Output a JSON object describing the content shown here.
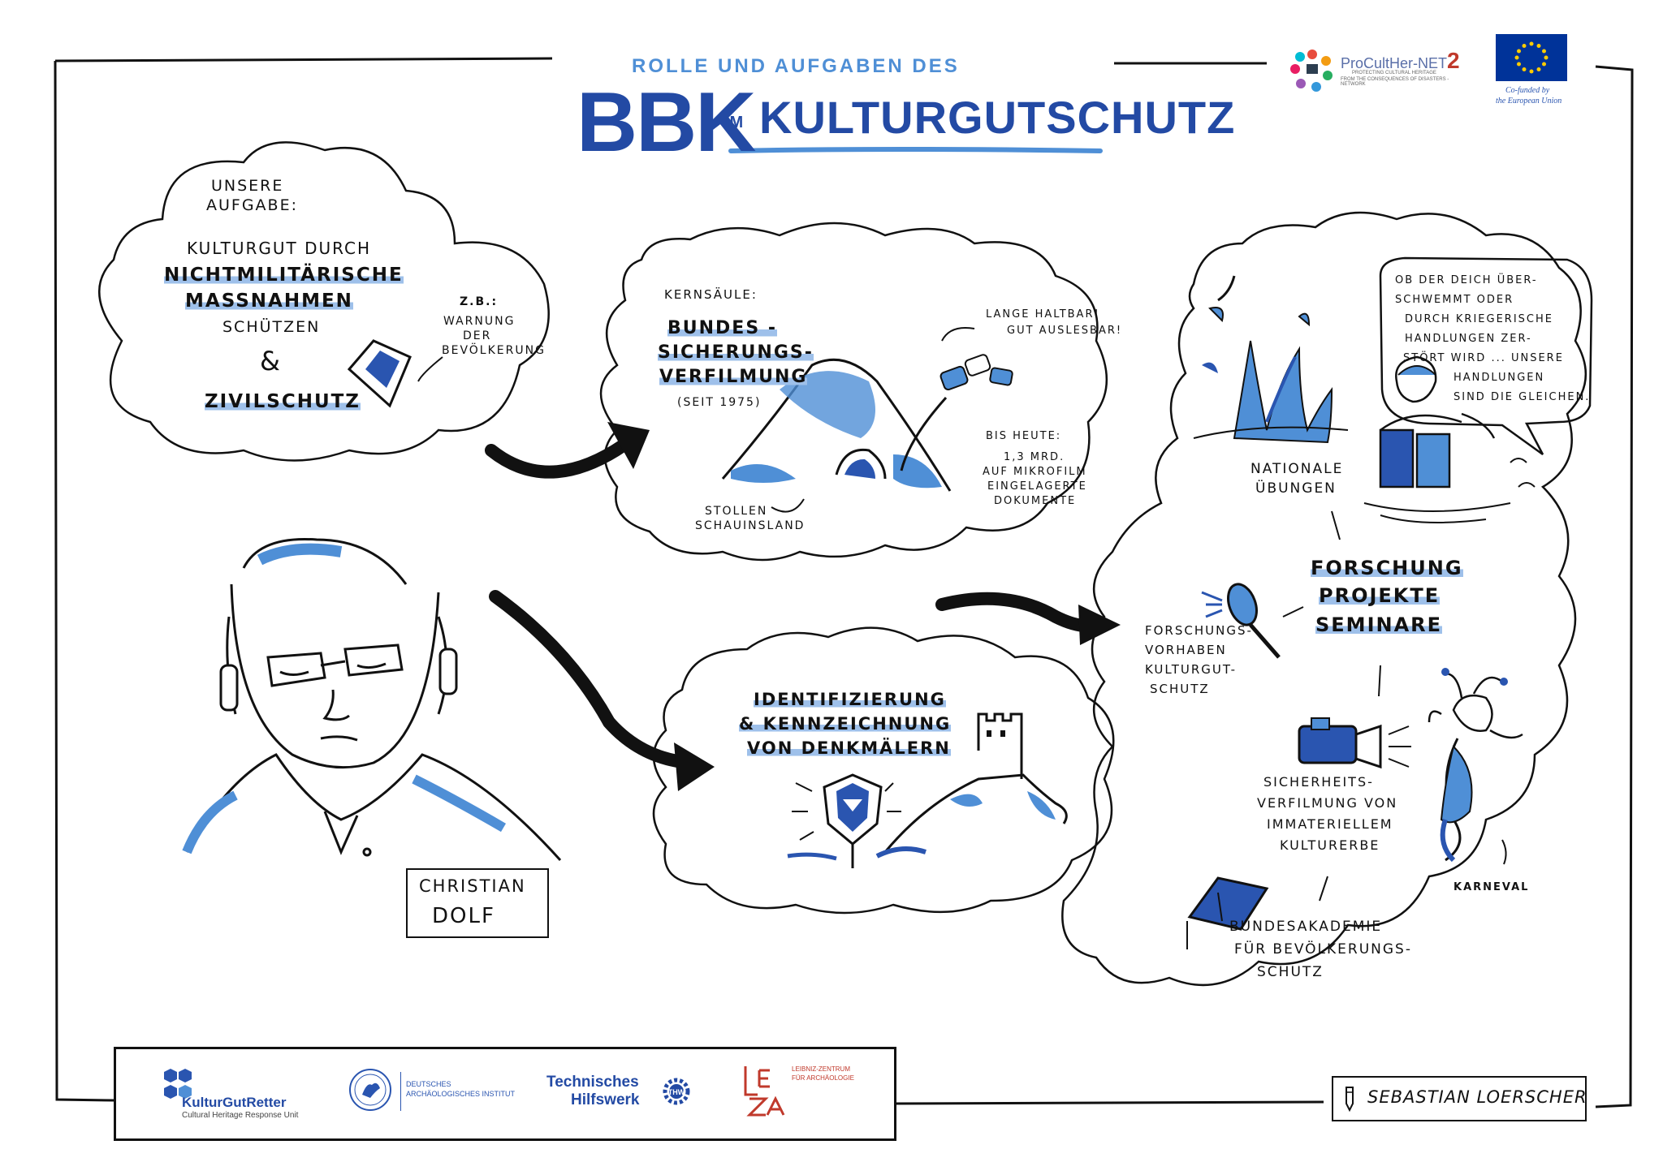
{
  "header": {
    "subtitle": "ROLLE UND AUFGABEN DES",
    "bbk": "BBK",
    "im": "IM",
    "kulturgutschutz": "KULTURGUTSCHUTZ"
  },
  "logos": {
    "procultheer": "ProCultHer-NET",
    "procultheer_num": "2",
    "procultheer_sub1": "PROTECTING CULTURAL HERITAGE",
    "procultheer_sub2": "FROM THE CONSEQUENCES OF DISASTERS - NETWORK",
    "eu_text1": "Co-funded by",
    "eu_text2": "the European Union",
    "kgr_name": "KulturGutRetter",
    "kgr_sub": "Cultural Heritage Response Unit",
    "dai_line1": "DEUTSCHES",
    "dai_line2": "ARCHÄOLOGISCHES INSTITUT",
    "thw_line1": "Technisches",
    "thw_line2": "Hilfswerk",
    "leiza_line1": "LEIBNIZ-ZENTRUM",
    "leiza_line2": "FÜR ARCHÄOLOGIE"
  },
  "bubble1": {
    "line1": "UNSERE",
    "line2": "AUFGABE:",
    "line3": "KULTURGUT DURCH",
    "line4": "NICHTMILITÄRISCHE",
    "line5": "MASSNAHMEN",
    "line6": "SCHÜTZEN",
    "amp": "&",
    "line7": "ZIVILSCHUTZ",
    "zb": "Z.B.:",
    "zb1": "WARNUNG",
    "zb2": "DER",
    "zb3": "BEVÖLKERUNG"
  },
  "bubble2": {
    "label": "KERNSÄULE:",
    "t1": "BUNDES -",
    "t2": "SICHERUNGS-",
    "t3": "VERFILMUNG",
    "t4": "(SEIT 1975)",
    "n1": "LANGE HALTBAR!",
    "n2": "GUT AUSLESBAR!",
    "s1": "STOLLEN",
    "s2": "SCHAUINSLAND",
    "b1": "BIS HEUTE:",
    "b2": "1,3 MRD.",
    "b3": "AUF MIKROFILM",
    "b4": "EINGELAGERTE",
    "b5": "DOKUMENTE"
  },
  "bubble3": {
    "t1": "IDENTIFIZIERUNG",
    "t2": "& KENNZEICHNUNG",
    "t3": "VON DENKMÄLERN"
  },
  "bubble4": {
    "q1": "OB DER DEICH ÜBER-",
    "q2": "SCHWEMMT ODER",
    "q3": "DURCH KRIEGERISCHE",
    "q4": "HANDLUNGEN ZER-",
    "q5": "STÖRT WIRD ... UNSERE",
    "q6": "HANDLUNGEN",
    "q7": "SIND DIE GLEICHEN.",
    "nat1": "NATIONALE",
    "nat2": "ÜBUNGEN",
    "f1": "FORSCHUNG",
    "f2": "PROJEKTE",
    "f3": "SEMINARE",
    "fv1": "FORSCHUNGS-",
    "fv2": "VORHABEN",
    "fv3": "KULTURGUT-",
    "fv4": "SCHUTZ",
    "sv1": "SICHERHEITS-",
    "sv2": "VERFILMUNG VON",
    "sv3": "IMMATERIELLEM",
    "sv4": "KULTURERBE",
    "karn": "KARNEVAL",
    "ba1": "BUNDESAKADEMIE",
    "ba2": "FÜR BEVÖLKERUNGS-",
    "ba3": "SCHUTZ"
  },
  "person": {
    "name1": "CHRISTIAN",
    "name2": "DOLF"
  },
  "signature": "SEBASTIAN LOERSCHER",
  "colors": {
    "accent": "#2a55b0",
    "highlight": "#9ec0ea",
    "ink": "#111111"
  }
}
